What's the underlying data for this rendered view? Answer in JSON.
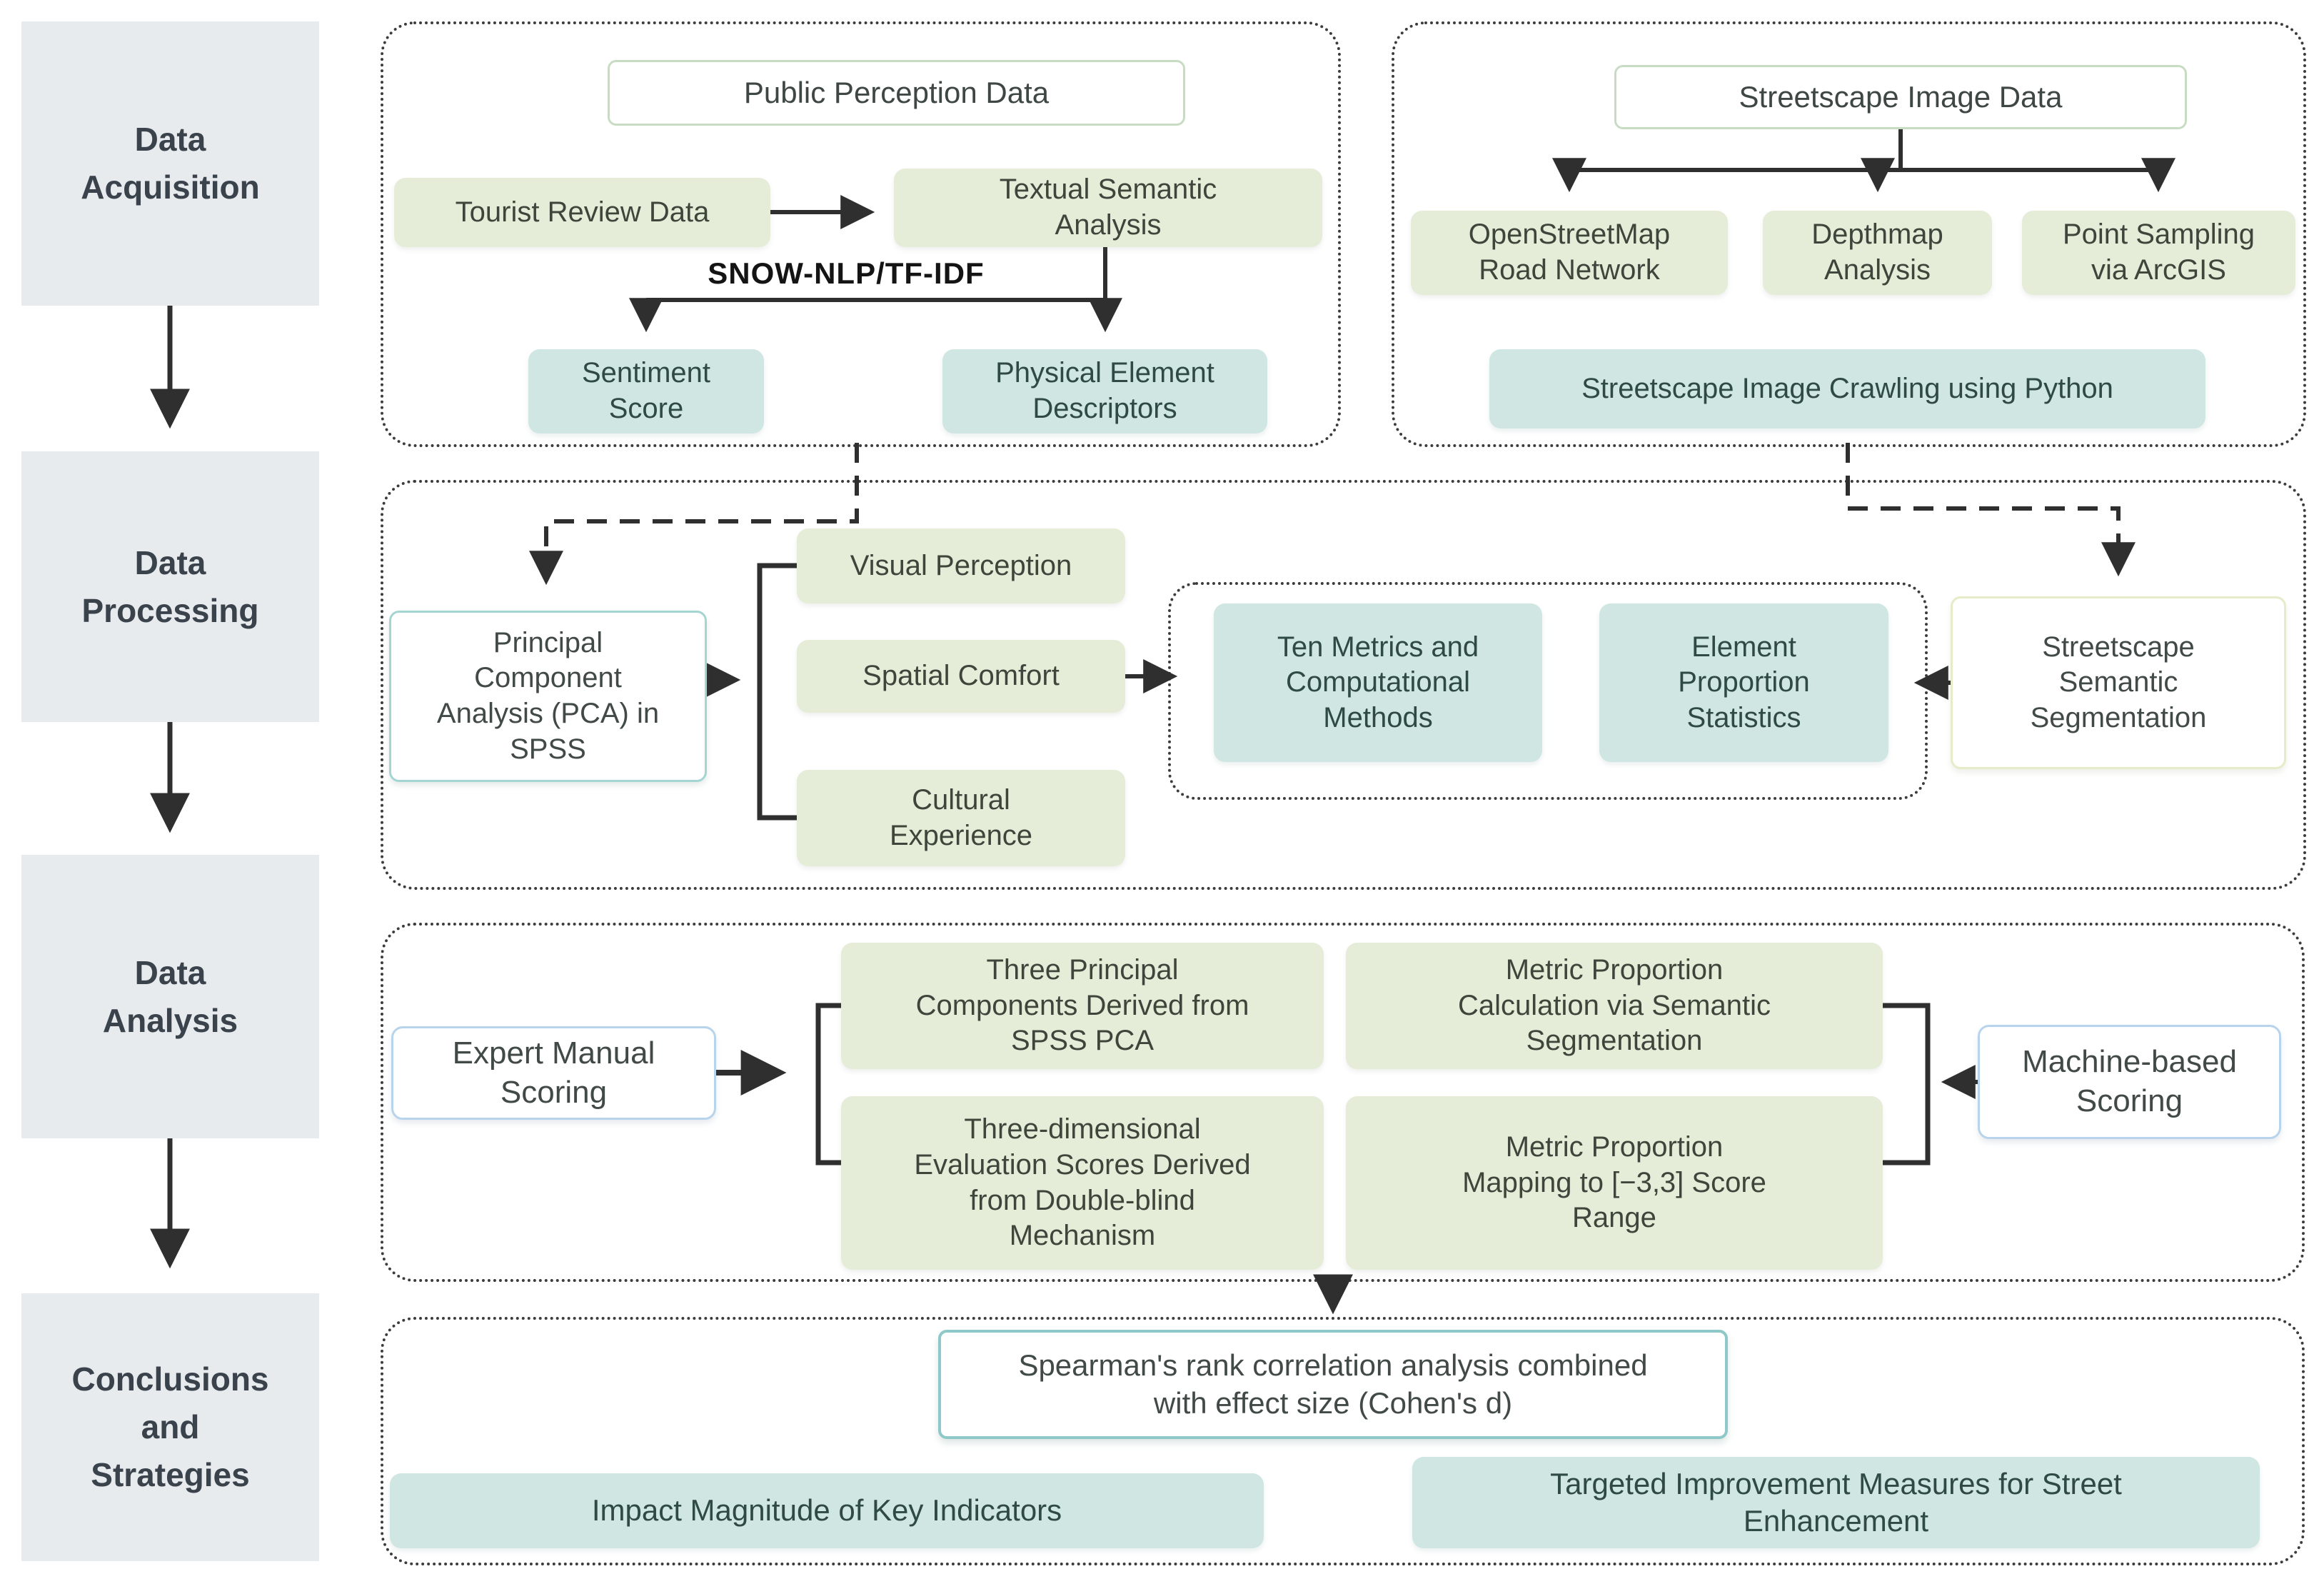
{
  "palette": {
    "sidebar_fill": "#e8ebee",
    "green_fill": "#e5edd9",
    "teal_fill": "#cfe6e2",
    "white_green_border": "#c8dcc4",
    "white_teal_border": "#a5d5d3",
    "white_blue_border": "#b8d4ec",
    "white_yellow_border": "#e6ebc9",
    "spearman_border": "#8fc8c8",
    "line_color": "#2f2f2f",
    "dotted_border": "#3c3c3c"
  },
  "sidebar": {
    "stages": {
      "acquisition": "Data\nAcquisition",
      "processing": "Data\nProcessing",
      "analysis": "Data\nAnalysis",
      "conclusions": "Conclusions\nand\nStrategies"
    }
  },
  "acquisition_left": {
    "title": "Public Perception Data",
    "tourist": "Tourist Review Data",
    "textual": "Textual Semantic\nAnalysis",
    "method_label": "SNOW-NLP/TF-IDF",
    "sentiment": "Sentiment\nScore",
    "physical": "Physical Element\nDescriptors"
  },
  "acquisition_right": {
    "title": "Streetscape Image Data",
    "osm": "OpenStreetMap\nRoad Network",
    "depthmap": "Depthmap\nAnalysis",
    "point_sampling": "Point Sampling\nvia ArcGIS",
    "crawling": "Streetscape Image Crawling using Python"
  },
  "processing": {
    "pca": "Principal\nComponent\nAnalysis (PCA) in\nSPSS",
    "visual": "Visual Perception",
    "spatial": "Spatial Comfort",
    "cultural": "Cultural\nExperience",
    "ten_metrics": "Ten Metrics and\nComputational\nMethods",
    "element_proportion": "Element\nProportion\nStatistics",
    "segmentation": "Streetscape\nSemantic\nSegmentation"
  },
  "analysis": {
    "expert": "Expert Manual\nScoring",
    "three_components": "Three Principal\nComponents Derived from\nSPSS PCA",
    "three_dimensional": "Three-dimensional\nEvaluation Scores Derived\nfrom Double-blind\nMechanism",
    "metric_calc": "Metric Proportion\nCalculation via Semantic\nSegmentation",
    "metric_map": "Metric Proportion\nMapping to [−3,3] Score\nRange",
    "machine": "Machine-based\nScoring"
  },
  "conclusions": {
    "spearman": "Spearman's rank correlation analysis combined\nwith effect size (Cohen's d)",
    "impact": "Impact Magnitude of Key Indicators",
    "targeted": "Targeted Improvement Measures for Street\nEnhancement"
  }
}
